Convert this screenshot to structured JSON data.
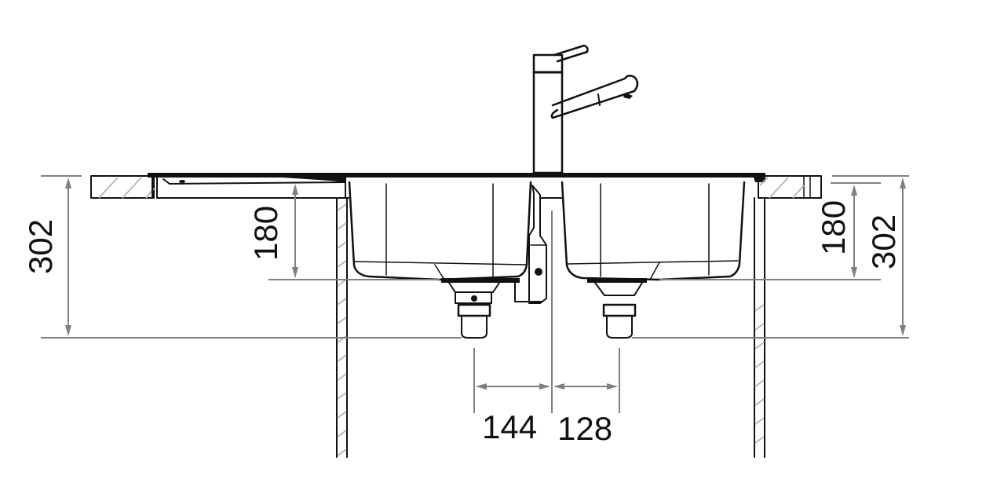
{
  "diagram": {
    "type": "technical-drawing",
    "subject": "double-bowl kitchen sink with drainer and pull-out faucet, front section view",
    "colors": {
      "outline": "#111111",
      "dimension": "#808080",
      "hatch": "#b8b8b8",
      "background": "#ffffff"
    }
  },
  "dimensions": {
    "left_total_height": {
      "value": "302",
      "orientation": "vertical"
    },
    "left_bowl_depth": {
      "value": "180",
      "orientation": "vertical"
    },
    "right_bowl_depth": {
      "value": "180",
      "orientation": "vertical"
    },
    "right_total_height": {
      "value": "302",
      "orientation": "vertical"
    },
    "left_drain_offset": {
      "value": "144",
      "orientation": "horizontal"
    },
    "right_drain_offset": {
      "value": "128",
      "orientation": "horizontal"
    }
  },
  "components": {
    "faucet": "pull-out spout mixer tap",
    "left_bowl": "sink bowl with drain",
    "right_bowl": "sink bowl with drain",
    "drainer": "left drainer board",
    "overflow": "overflow connector",
    "countertop_left": "hatched worktop section",
    "countertop_right": "hatched worktop section",
    "cabinet_left_wall": "hatched cabinet side",
    "cabinet_right_wall": "hatched cabinet side"
  }
}
